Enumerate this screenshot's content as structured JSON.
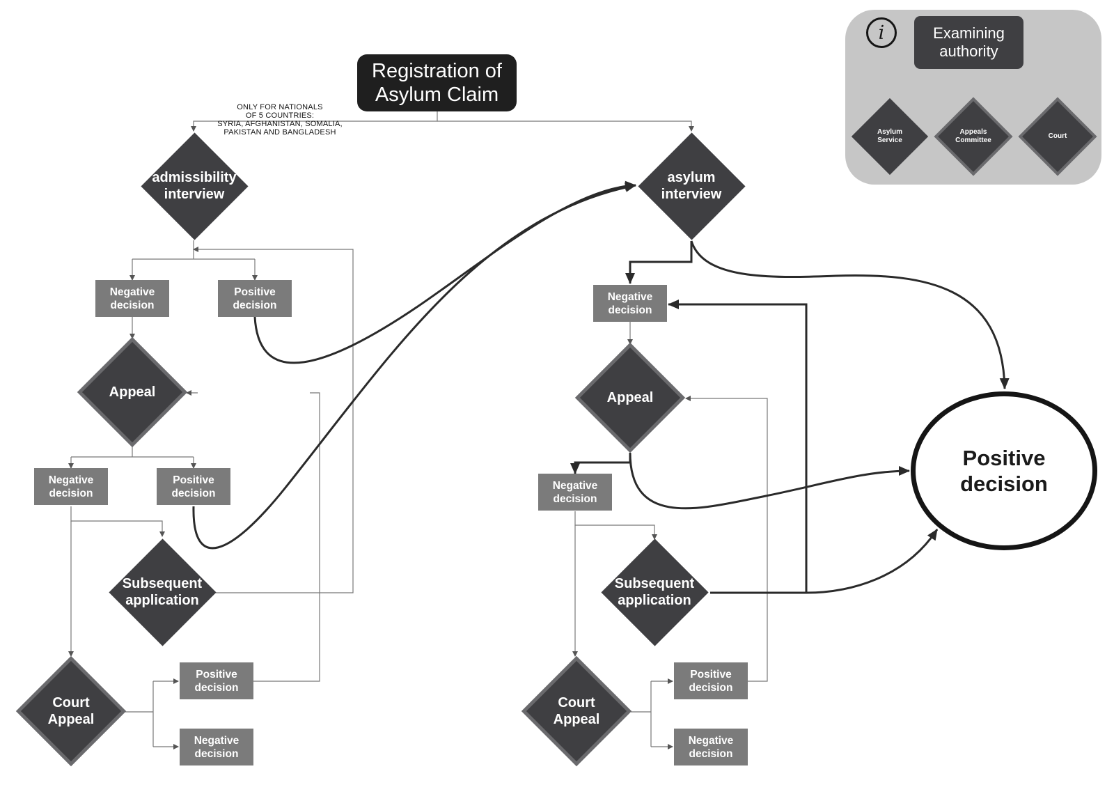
{
  "title": "Registration of\nAsylum Claim",
  "note": "ONLY FOR NATIONALS\nOF 5 COUNTRIES:\nSYRIA, AFGHANISTAN, SOMALIA,\nPAKISTAN AND BANGLADESH",
  "left": {
    "admissibility_interview": "admissibility\ninterview",
    "first_negative": "Negative\ndecision",
    "first_positive": "Positive\ndecision",
    "appeal": "Appeal",
    "appeal_negative": "Negative\ndecision",
    "appeal_positive": "Positive\ndecision",
    "subsequent_application": "Subsequent\napplication",
    "court_appeal": "Court\nAppeal",
    "court_positive": "Positive\ndecision",
    "court_negative": "Negative\ndecision"
  },
  "right": {
    "asylum_interview": "asylum\ninterview",
    "first_negative": "Negative\ndecision",
    "appeal": "Appeal",
    "appeal_negative": "Negative\ndecision",
    "subsequent_application": "Subsequent\napplication",
    "court_appeal": "Court\nAppeal",
    "court_positive": "Positive\ndecision",
    "court_negative": "Negative\ndecision"
  },
  "final_positive": "Positive\ndecision",
  "legend": {
    "icon": "info-icon",
    "title": "Examining\nauthority",
    "asylum_service": "Asylum\nService",
    "appeals_committee": "Appeals\nCommittee",
    "court": "Court"
  },
  "colors": {
    "node_dark": "#3f3f42",
    "node_edge": "#6a6a6d",
    "decision_box": "#7b7b7b",
    "title_box": "#1f1f1f",
    "legend_panel": "#c6c6c6",
    "connector_thin": "#777777",
    "connector_thick": "#2a2a2a"
  }
}
